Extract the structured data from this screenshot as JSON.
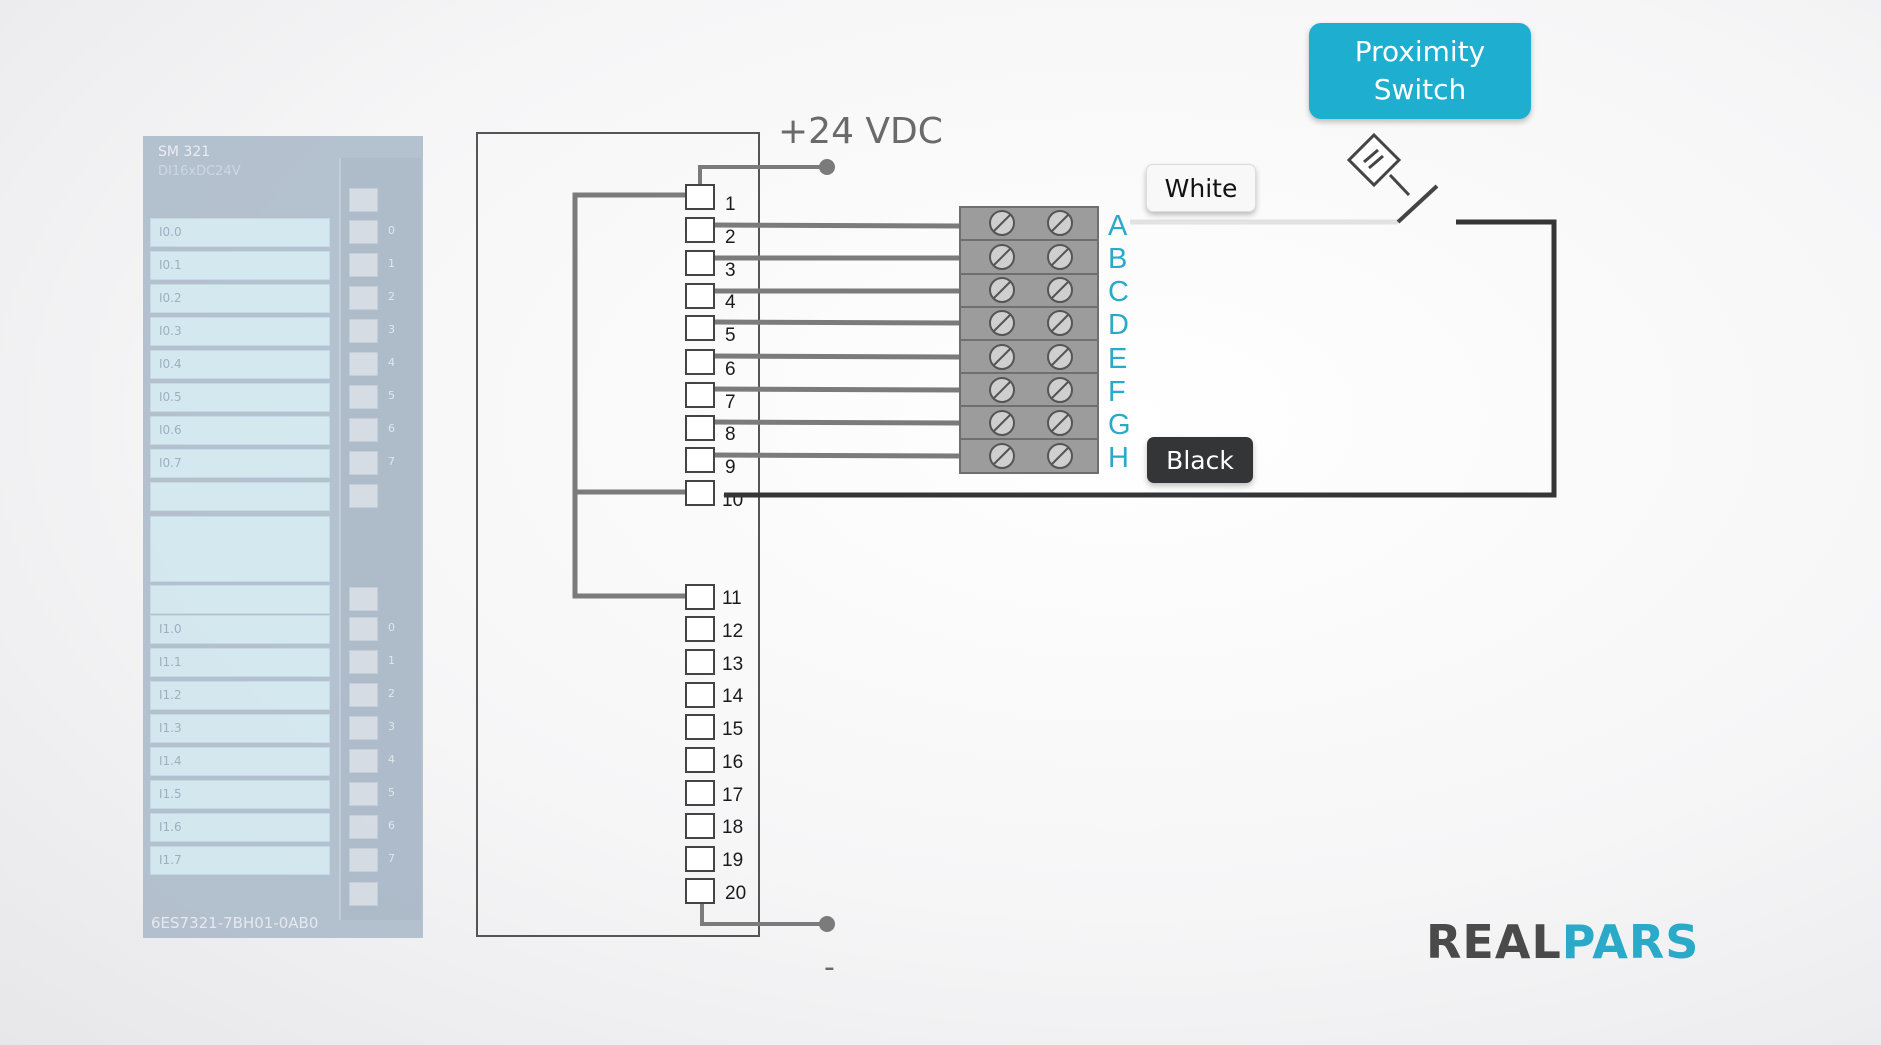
{
  "module": {
    "model": "SM 321",
    "type": "DI16xDC24V",
    "order_number": "6ES7321-7BH01-0AB0",
    "group1_labels": [
      "I0.0",
      "I0.1",
      "I0.2",
      "I0.3",
      "I0.4",
      "I0.5",
      "I0.6",
      "I0.7"
    ],
    "group2_labels": [
      "I1.0",
      "I1.1",
      "I1.2",
      "I1.3",
      "I1.4",
      "I1.5",
      "I1.6",
      "I1.7"
    ],
    "led_numbers": [
      "0",
      "1",
      "2",
      "3",
      "4",
      "5",
      "6",
      "7"
    ]
  },
  "terminals": [
    "1",
    "2",
    "3",
    "4",
    "5",
    "6",
    "7",
    "8",
    "9",
    "10",
    "11",
    "12",
    "13",
    "14",
    "15",
    "16",
    "17",
    "18",
    "19",
    "20"
  ],
  "supply": {
    "positive": "+24 VDC",
    "negative": "-"
  },
  "terminal_block_letters": [
    "A",
    "B",
    "C",
    "D",
    "E",
    "F",
    "G",
    "H"
  ],
  "sensor": {
    "title": "Proximity Switch"
  },
  "wire_labels": {
    "white": "White",
    "black": "Black"
  },
  "brand": {
    "part1": "RE",
    "part2": "AL",
    "part3": "PARS"
  },
  "colors": {
    "accent": "#2aa9c9",
    "wire": "#555555",
    "black_wire": "#333536"
  }
}
